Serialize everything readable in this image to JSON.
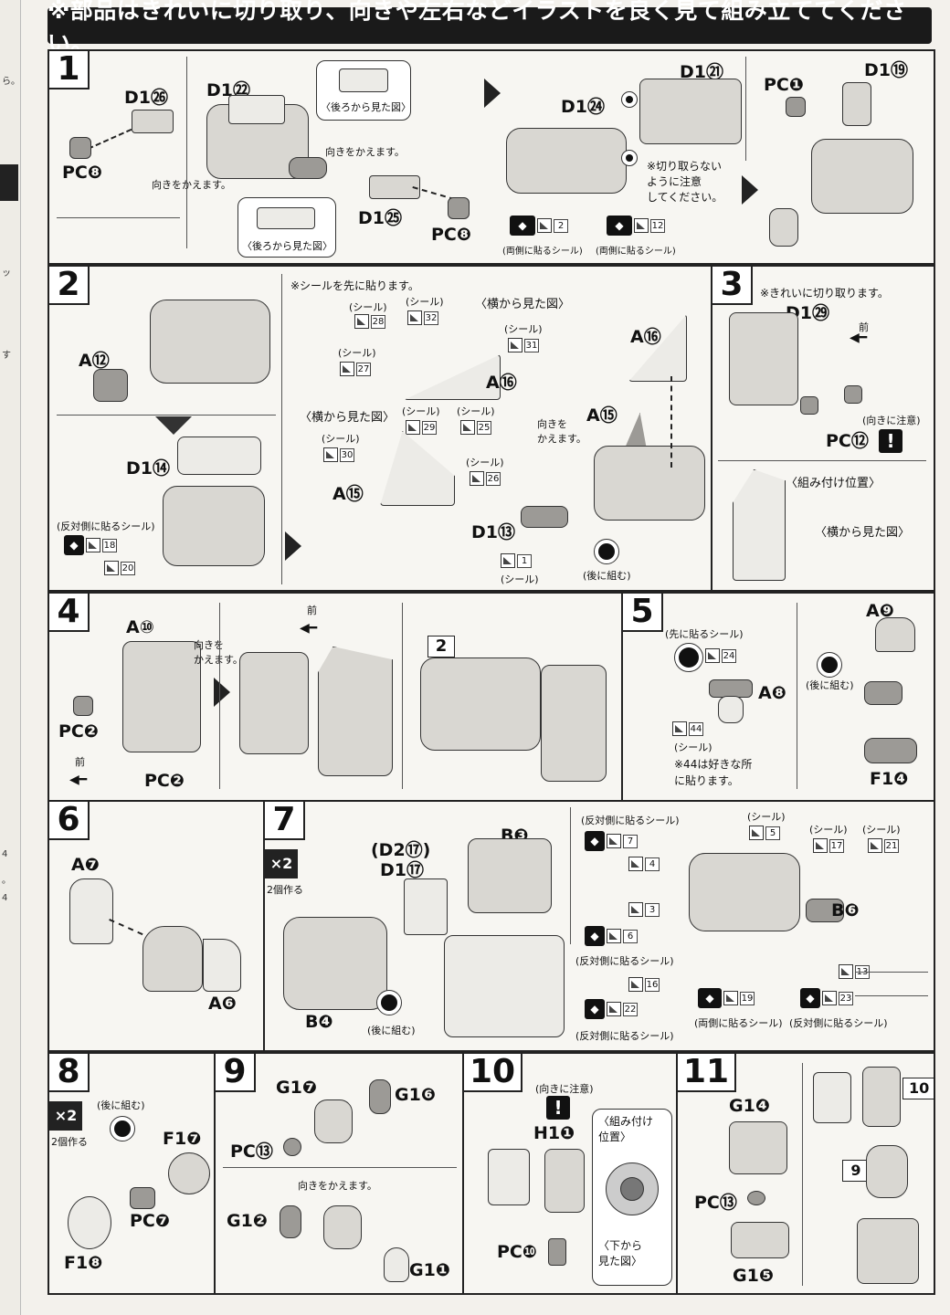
{
  "header": {
    "title": "※部品はきれいに切り取り、向きや左右などイラストを良く見て組み立ててください。"
  },
  "common": {
    "turn": "向きをかえます。",
    "turn_short": "向きを\nかえます。",
    "after": "(後に組む)",
    "seal": "(シール)",
    "two": "2個作る",
    "x2": "×2",
    "front": "前",
    "side_view": "〈横から見た図〉",
    "attach_pos": "〈組み付け位置〉",
    "both_sides_seal": "(両側に貼るシール)",
    "opposite_seal": "(反対側に貼るシール)",
    "attention_dir": "(向きに注意)"
  },
  "step1": {
    "num": "1",
    "labels": [
      "D1㉖",
      "D1㉒",
      "PC❽",
      "D1㉕",
      "PC❽",
      "D1㉑",
      "D1㉔",
      "PC❶",
      "D1⑲"
    ],
    "back_view": "〈後ろから見た図〉",
    "back_view2": "〈後ろから見た図〉",
    "caution": "※切り取らない\nように注意\nしてください。",
    "stickers": [
      "2",
      "12"
    ]
  },
  "step2": {
    "num": "2",
    "labels": [
      "A⑫",
      "D1⑭",
      "A⑯",
      "A⑮",
      "A⑯",
      "A⑮",
      "D1⑬"
    ],
    "seal_first": "※シールを先に貼ります。",
    "stickers_top": [
      "28",
      "32",
      "27",
      "31"
    ],
    "stickers_mid": [
      "29",
      "25",
      "30",
      "26"
    ],
    "stickers_left": [
      "18",
      "20"
    ],
    "stickers_bottom": [
      "1"
    ]
  },
  "step3": {
    "num": "3",
    "note": "※きれいに切り取ります。",
    "labels": [
      "D1㉙",
      "PC⑫"
    ]
  },
  "step4": {
    "num": "4",
    "labels": [
      "A⑩",
      "PC❷",
      "PC❷"
    ],
    "ref": "2"
  },
  "step5": {
    "num": "5",
    "seal_first": "(先に貼るシール)",
    "labels": [
      "A❾",
      "A❽",
      "F1❹"
    ],
    "stickers": [
      "24",
      "44"
    ],
    "note": "※44は好きな所\nに貼ります。"
  },
  "step6": {
    "num": "6",
    "labels": [
      "A❼",
      "A❻"
    ]
  },
  "step7": {
    "num": "7",
    "labels": [
      "(D2⑰)",
      "D1⑰",
      "B❸",
      "B❹",
      "B❻"
    ],
    "stickers": [
      "7",
      "4",
      "5",
      "17",
      "21",
      "3",
      "6",
      "16",
      "22",
      "19",
      "13",
      "23"
    ]
  },
  "step8": {
    "num": "8",
    "labels": [
      "F1❼",
      "PC❼",
      "F1❽"
    ]
  },
  "step9": {
    "num": "9",
    "labels": [
      "G1❼",
      "G1❻",
      "PC⑬",
      "G1❷",
      "G1❶"
    ]
  },
  "step10": {
    "num": "10",
    "labels": [
      "H1❶",
      "PC❿"
    ],
    "attach": "〈組み付け\n位置〉",
    "bottom_view": "〈下から\n見た図〉"
  },
  "step11": {
    "num": "11",
    "labels": [
      "G1❹",
      "PC⑬",
      "G1❺"
    ],
    "refs": [
      "10",
      "9"
    ]
  },
  "edge": {
    "glyphs": [
      "ら。",
      "ッ",
      "す",
      "4",
      "。",
      "4"
    ]
  }
}
